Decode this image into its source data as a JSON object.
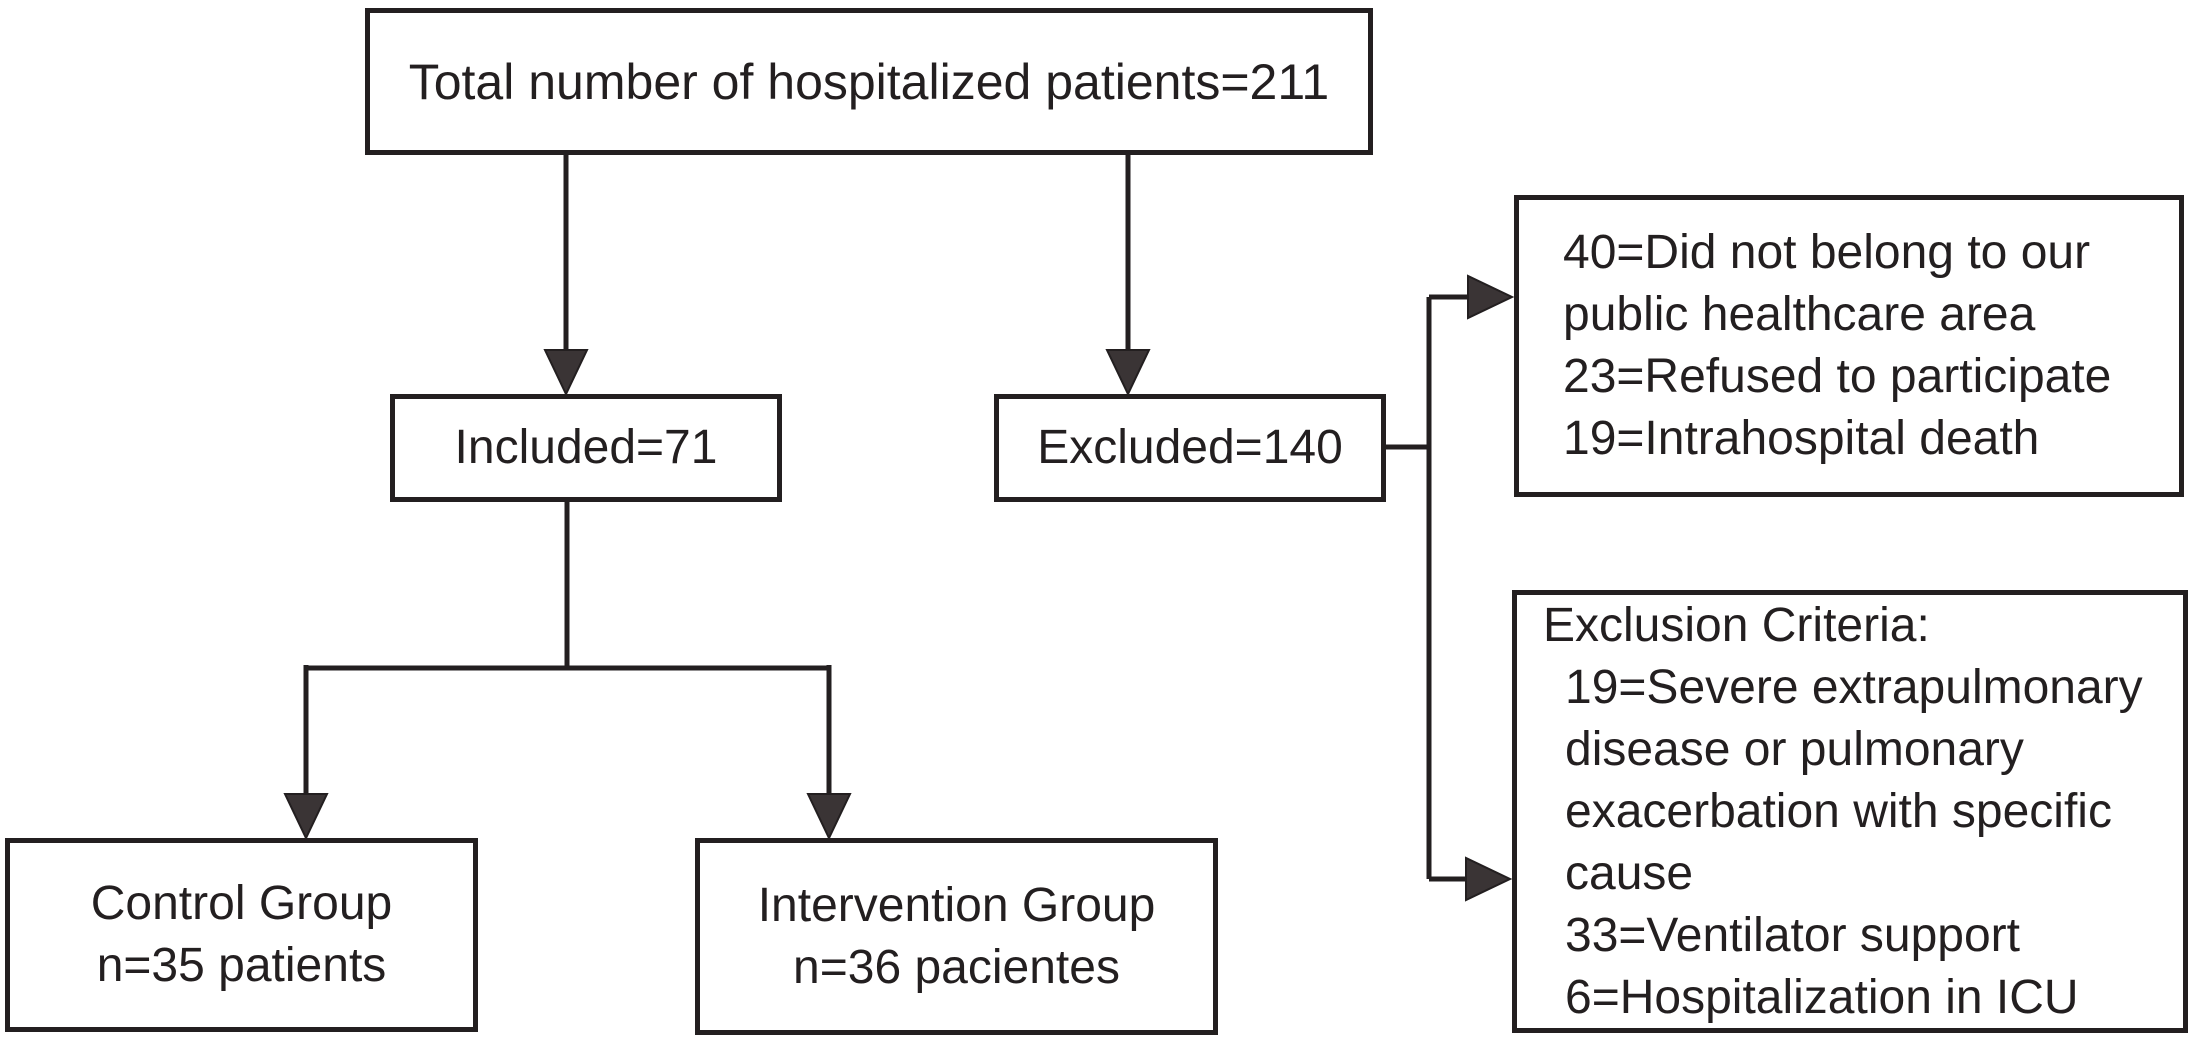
{
  "figure": {
    "title": "Patient enrollment flow diagram",
    "colors": {
      "background": "#ffffff",
      "line": "#231f20",
      "text": "#231f20",
      "arrowhead_fill": "#3a3435"
    }
  },
  "boxes": {
    "total": {
      "label": "Total number of hospitalized patients=211"
    },
    "included": {
      "label": "Included=71"
    },
    "excluded": {
      "label": "Excluded=140"
    },
    "exclusion_reasons": {
      "lines": [
        "40=Did not belong to our",
        "public healthcare area",
        "23=Refused to participate",
        "19=Intrahospital death"
      ]
    },
    "exclusion_criteria": {
      "lines": [
        "Exclusion Criteria:",
        "19=Severe extrapulmonary",
        "disease or pulmonary",
        "exacerbation with specific",
        "cause",
        "33=Ventilator support",
        "6=Hospitalization in ICU"
      ]
    },
    "control": {
      "lines": [
        "Control Group",
        "n=35 patients"
      ]
    },
    "intervention": {
      "lines": [
        "Intervention Group",
        "n=36 pacientes"
      ]
    }
  },
  "connectors": [
    {
      "name": "total-to-included-arrow",
      "type": "arrow-down"
    },
    {
      "name": "total-to-excluded-arrow",
      "type": "arrow-down"
    },
    {
      "name": "included-to-groups-split",
      "type": "elbow"
    },
    {
      "name": "split-to-control-arrow",
      "type": "arrow-down"
    },
    {
      "name": "split-to-intervention-arrow",
      "type": "arrow-down"
    },
    {
      "name": "excluded-to-right-rail",
      "type": "elbow"
    },
    {
      "name": "rail-to-reasons-arrow",
      "type": "arrow-right"
    },
    {
      "name": "rail-to-exclusion-criteria-arrow",
      "type": "arrow-right"
    }
  ]
}
